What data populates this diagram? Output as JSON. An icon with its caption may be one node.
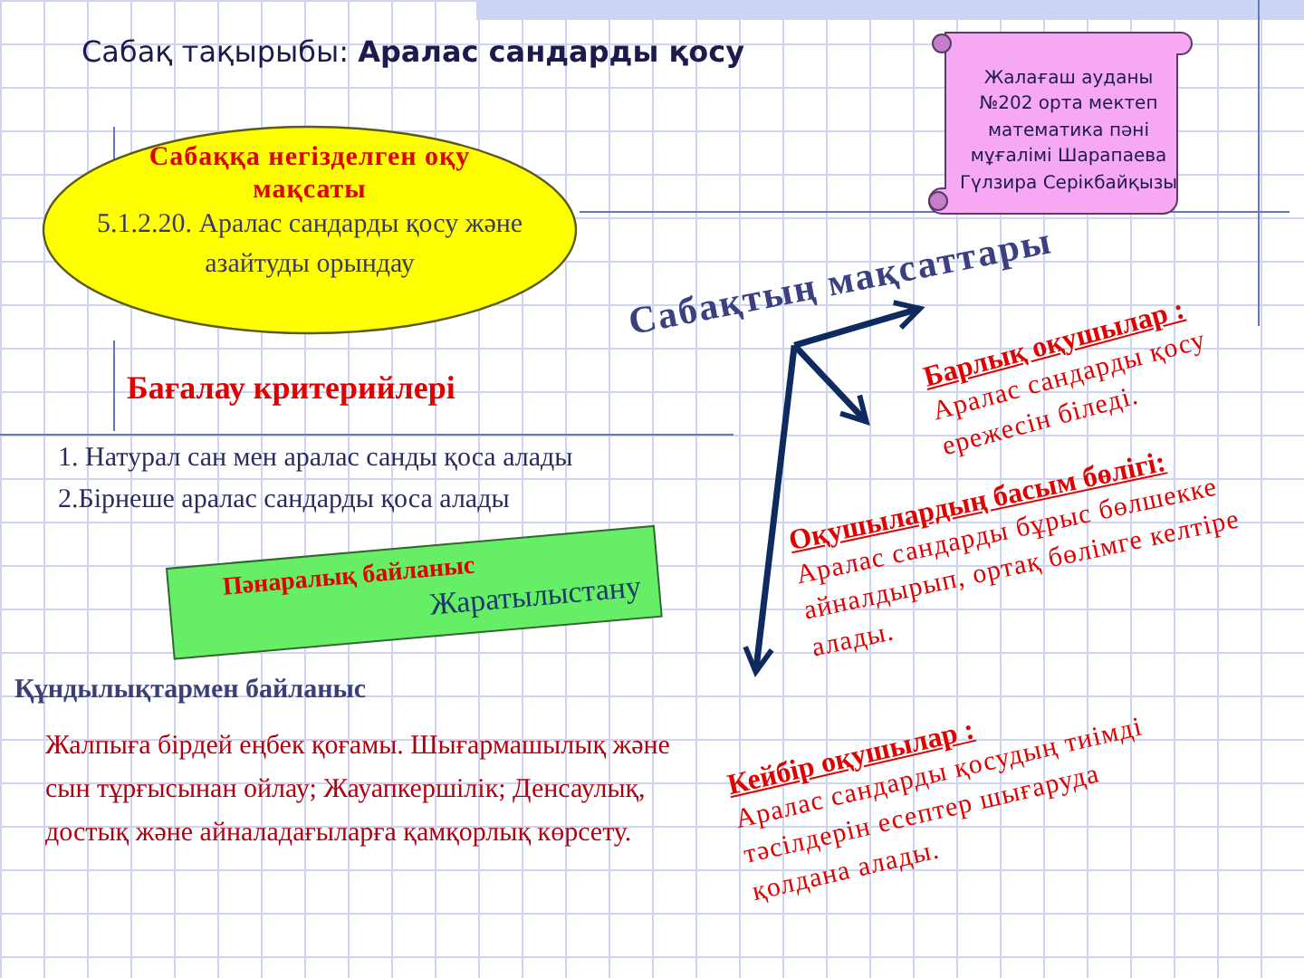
{
  "diagram": {
    "title": "Сабақ тақырыбы: **Аралас сандарды қосу**",
    "nodes": [
      {
        "text": [
          "Сабаққа негізделген оқу мақсаты",
          "5.1.2.20. Аралас сандарды қосу және азайтуды  орындау"
        ]
      },
      {
        "text": [
          "Жалағаш ауданы №202 орта мектеп математика пәні мұғалімі Шарапаева Гүлзира Серікбайқызы"
        ]
      },
      {
        "text": [
          "Пәнаралық байланыс",
          "Жаратылыстану"
        ]
      },
      {
        "text": [
          "Сабақтың мақсаттары"
        ]
      },
      {
        "text": [
          "Барлық оқушылар :",
          "Аралас сандарды қосу ережесін біледі."
        ]
      },
      {
        "text": [
          "Оқушылардың басым бөлігі:",
          "Аралас сандарды бұрыс бөлшекке айналдырып, ортақ бөлімге келтіре алады."
        ]
      },
      {
        "text": [
          "Кейбір оқушылар :",
          "Аралас сандарды қосудың тиімді тәсілдерін есептер шығаруда қолдана алады."
        ]
      }
    ],
    "edges": [
      {
        "from": 3,
        "to": 4,
        "arrow": "to"
      },
      {
        "from": 3,
        "to": 5,
        "arrow": "to"
      },
      {
        "from": 3,
        "to": 6,
        "arrow": "to"
      }
    ],
    "labels": [
      "Бағалау критерийлері",
      "1. Натурал сан мен аралас санды қоса алады",
      "2.Бірнеше аралас сандарды қоса алады",
      "Құндылықтармен байланыс",
      "Жалпыға бірдей еңбек қоғамы. Шығармашылық  және сын тұрғысынан ойлау; Жауапкершілік; Денсаулық, достық және айналадағыларға қамқорлық көрсету."
    ]
  }
}
